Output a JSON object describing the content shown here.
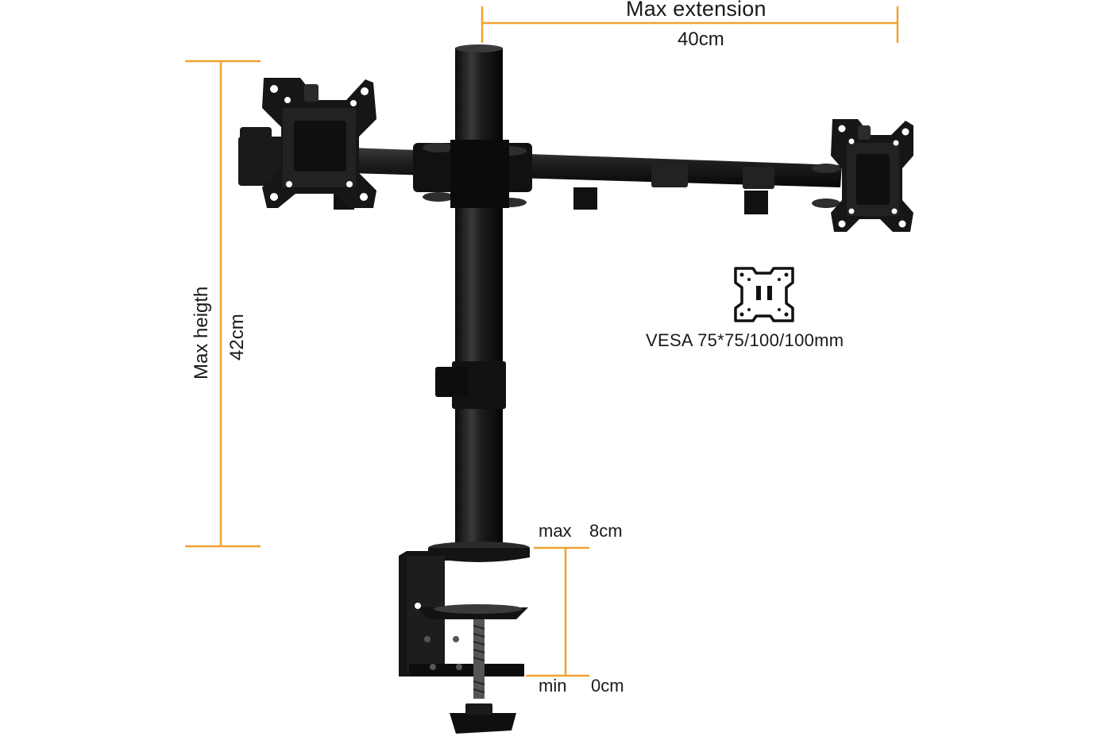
{
  "colors": {
    "dimension_line": "#f0a232",
    "mount_black": "#161616",
    "mount_highlight": "#4a4a4a",
    "text": "#1a1a1a",
    "background": "#ffffff"
  },
  "dimensions": {
    "extension": {
      "label": "Max extension",
      "value": "40cm"
    },
    "height": {
      "label": "Max heigth",
      "value": "42cm"
    },
    "clamp_max": {
      "label": "max",
      "value": "8cm"
    },
    "clamp_min": {
      "label": "min",
      "value": "0cm"
    }
  },
  "vesa": {
    "icon": "vesa-plate-icon",
    "label": "VESA 75*75/100/100mm"
  }
}
